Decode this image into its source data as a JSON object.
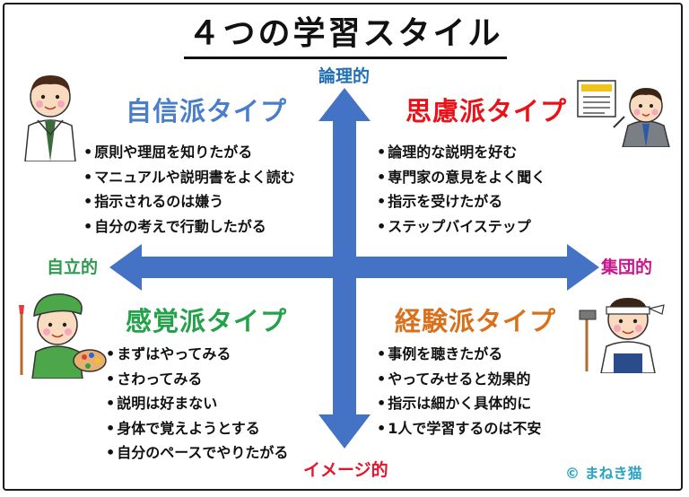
{
  "title": "４つの学習スタイル",
  "axes": {
    "top": "論理的",
    "bottom": "イメージ的",
    "left": "自立的",
    "right": "集団的"
  },
  "colors": {
    "axis_arrow": "#4472c4",
    "top_label": "#1f6fb5",
    "bottom_label": "#e8132a",
    "left_label": "#2e9a4e",
    "right_label": "#c9168a",
    "confident_title": "#4a7ec8",
    "thoughtful_title": "#e81218",
    "sensory_title": "#24a24a",
    "experience_title": "#d9701c",
    "credit": "#2aa3c4"
  },
  "quadrants": {
    "top_left": {
      "title": "自信派タイプ",
      "items": [
        "原則や理屈を知りたがる",
        "マニュアルや説明書をよく読む",
        "指示されるのは嫌う",
        "自分の考えで行動したがる"
      ]
    },
    "top_right": {
      "title": "思慮派タイプ",
      "items": [
        "論理的な説明を好む",
        "専門家の意見をよく聞く",
        "指示を受けたがる",
        "ステップバイステップ"
      ]
    },
    "bottom_left": {
      "title": "感覚派タイプ",
      "items": [
        "まずはやってみる",
        "さわってみる",
        "説明は好まない",
        "身体で覚えようとする",
        "自分のペースでやりたがる"
      ]
    },
    "bottom_right": {
      "title": "経験派タイプ",
      "items": [
        "事例を聴きたがる",
        "やってみせると効果的",
        "指示は細かく具体的に",
        "1人で学習するのは不安"
      ]
    }
  },
  "credit": "©  まねき猫",
  "icons": {
    "top_left": "doctor-character-icon",
    "top_right": "businessman-presenter-icon",
    "bottom_left": "painter-character-icon",
    "bottom_right": "carpenter-character-icon"
  }
}
